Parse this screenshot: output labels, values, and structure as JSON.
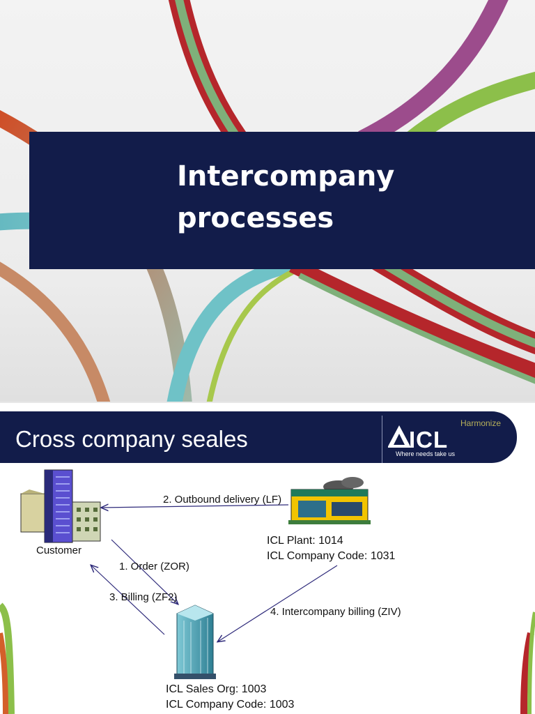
{
  "title_slide": {
    "title_line1": "Intercompany",
    "title_line2": "processes"
  },
  "diagram_slide": {
    "title": "Cross company seales",
    "logo": {
      "wordmark": "ICL",
      "brand": "Harmonize",
      "tagline": "Where needs take us"
    },
    "nodes": {
      "customer": "Customer",
      "plant": {
        "line1": "ICL Plant: 1014",
        "line2": "ICL Company Code: 1031"
      },
      "sales_org": {
        "line1": "ICL Sales Org: 1003",
        "line2": "ICL Company Code: 1003"
      }
    },
    "flows": {
      "delivery": "2. Outbound delivery (LF)",
      "order": "1. Order (ZOR)",
      "billing": "3. Billing (ZF2)",
      "intercompany_billing": "4. Intercompany billing (ZIV)"
    }
  },
  "colors": {
    "navy": "#121c4a",
    "arrow": "#2e2a7a",
    "red": "#b5262b",
    "purple": "#9c4c8c",
    "green": "#8cbf4a",
    "teal": "#6fc2c7",
    "orange": "#d35f2a"
  }
}
